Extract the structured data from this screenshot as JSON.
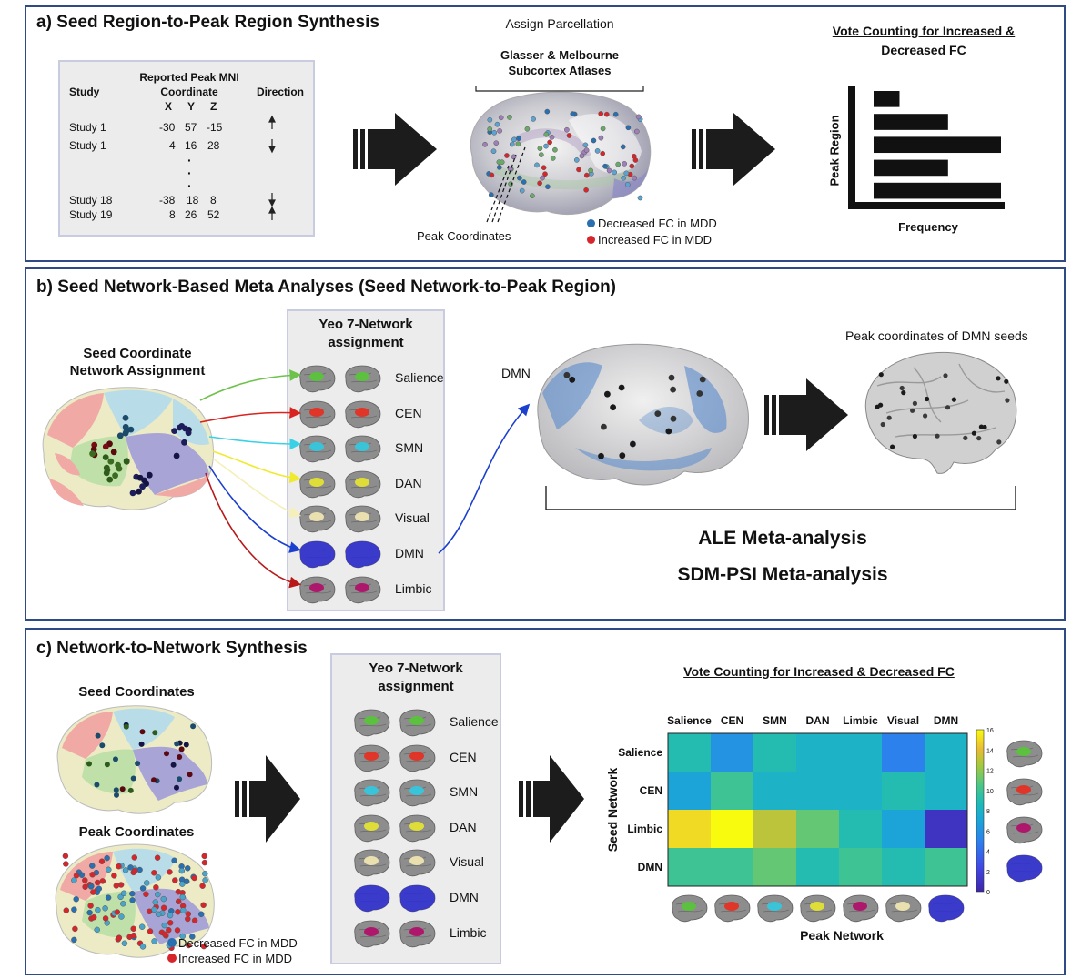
{
  "panel_a": {
    "title": "a) Seed Region-to-Peak Region Synthesis",
    "table": {
      "col_study": "Study",
      "col_coord": [
        "Reported Peak MNI",
        "Coordinate"
      ],
      "col_direction": "Direction",
      "axes": [
        "X",
        "Y",
        "Z"
      ],
      "rows": [
        {
          "study": "Study 1",
          "x": "-30",
          "y": "57",
          "z": "-15",
          "dir": "up"
        },
        {
          "study": "Study 1",
          "x": "4",
          "y": "16",
          "z": "28",
          "dir": "down"
        },
        {
          "study": "Study 18",
          "x": "-38",
          "y": "18",
          "z": "8",
          "dir": "down"
        },
        {
          "study": "Study 19",
          "x": "8",
          "y": "26",
          "z": "52",
          "dir": "up"
        }
      ],
      "ellipsis": "·"
    },
    "assign_title": "Assign Parcellation",
    "atlas": [
      "Glasser & Melbourne",
      "Subcortex Atlases"
    ],
    "peak_coords": "Peak Coordinates",
    "legend": {
      "decreased": "Decreased FC in MDD",
      "increased": "Increased FC in MDD"
    },
    "vote_title": [
      "Vote Counting for Increased &",
      "Decreased FC"
    ],
    "chart_ylabel": "Peak Region",
    "chart_xlabel": "Frequency"
  },
  "panel_b": {
    "title": "b) Seed Network-Based Meta Analyses (Seed Network-to-Peak Region)",
    "seed_assign": [
      "Seed Coordinate",
      "Network Assignment"
    ],
    "yeo_title": [
      "Yeo 7-Network",
      "assignment"
    ],
    "networks": [
      "Salience",
      "CEN",
      "SMN",
      "DAN",
      "Visual",
      "DMN",
      "Limbic"
    ],
    "dmn_label": "DMN",
    "peak_dmn": "Peak coordinates of DMN seeds",
    "ale": "ALE Meta-analysis",
    "sdm": "SDM-PSI Meta-analysis"
  },
  "panel_c": {
    "title": "c) Network-to-Network Synthesis",
    "seed_coords": "Seed Coordinates",
    "peak_coords": "Peak Coordinates",
    "yeo_title": [
      "Yeo 7-Network",
      "assignment"
    ],
    "networks": [
      "Salience",
      "CEN",
      "SMN",
      "DAN",
      "Visual",
      "DMN",
      "Limbic"
    ],
    "legend": {
      "decreased": "Decreased FC in MDD",
      "increased": "Increased FC in MDD"
    },
    "vote_title": "Vote Counting for Increased & Decreased FC",
    "heatmap_ylabel": "Seed Network",
    "heatmap_xlabel": "Peak Network",
    "colorbar_ticks": [
      "0",
      "2",
      "4",
      "6",
      "8",
      "10",
      "12",
      "14",
      "16"
    ]
  },
  "chart_data": [
    {
      "type": "bar",
      "orientation": "horizontal",
      "title": "Vote Counting for Increased & Decreased FC",
      "ylabel": "Peak Region",
      "xlabel": "Frequency",
      "categories": [
        "",
        "",
        "",
        "",
        ""
      ],
      "values": [
        1,
        2.1,
        3.3,
        2.1,
        3.3
      ]
    },
    {
      "type": "heatmap",
      "title": "Vote Counting for Increased & Decreased FC",
      "x": [
        "Salience",
        "CEN",
        "SMN",
        "DAN",
        "Limbic",
        "Visual",
        "DMN"
      ],
      "y": [
        "Salience",
        "CEN",
        "Limbic",
        "DMN"
      ],
      "xlabel": "Peak Network",
      "ylabel": "Seed Network",
      "zlim": [
        0,
        16
      ],
      "values": [
        [
          9,
          6,
          9,
          8,
          8,
          5,
          8
        ],
        [
          7,
          10,
          8,
          8,
          8,
          9,
          8
        ],
        [
          15,
          16,
          13,
          11,
          9,
          7,
          1
        ],
        [
          10,
          10,
          11,
          9,
          10,
          9,
          10
        ]
      ]
    }
  ],
  "colors": {
    "frame": "#2f4a85",
    "salience": "#58c43a",
    "cen": "#e53024",
    "smn": "#35c7de",
    "dan": "#e4e234",
    "visual": "#efe4b0",
    "dmn": "#2b2bd6",
    "limbic": "#b0126a",
    "decreased_dot": "#2a6fb0",
    "increased_dot": "#d6262b"
  }
}
